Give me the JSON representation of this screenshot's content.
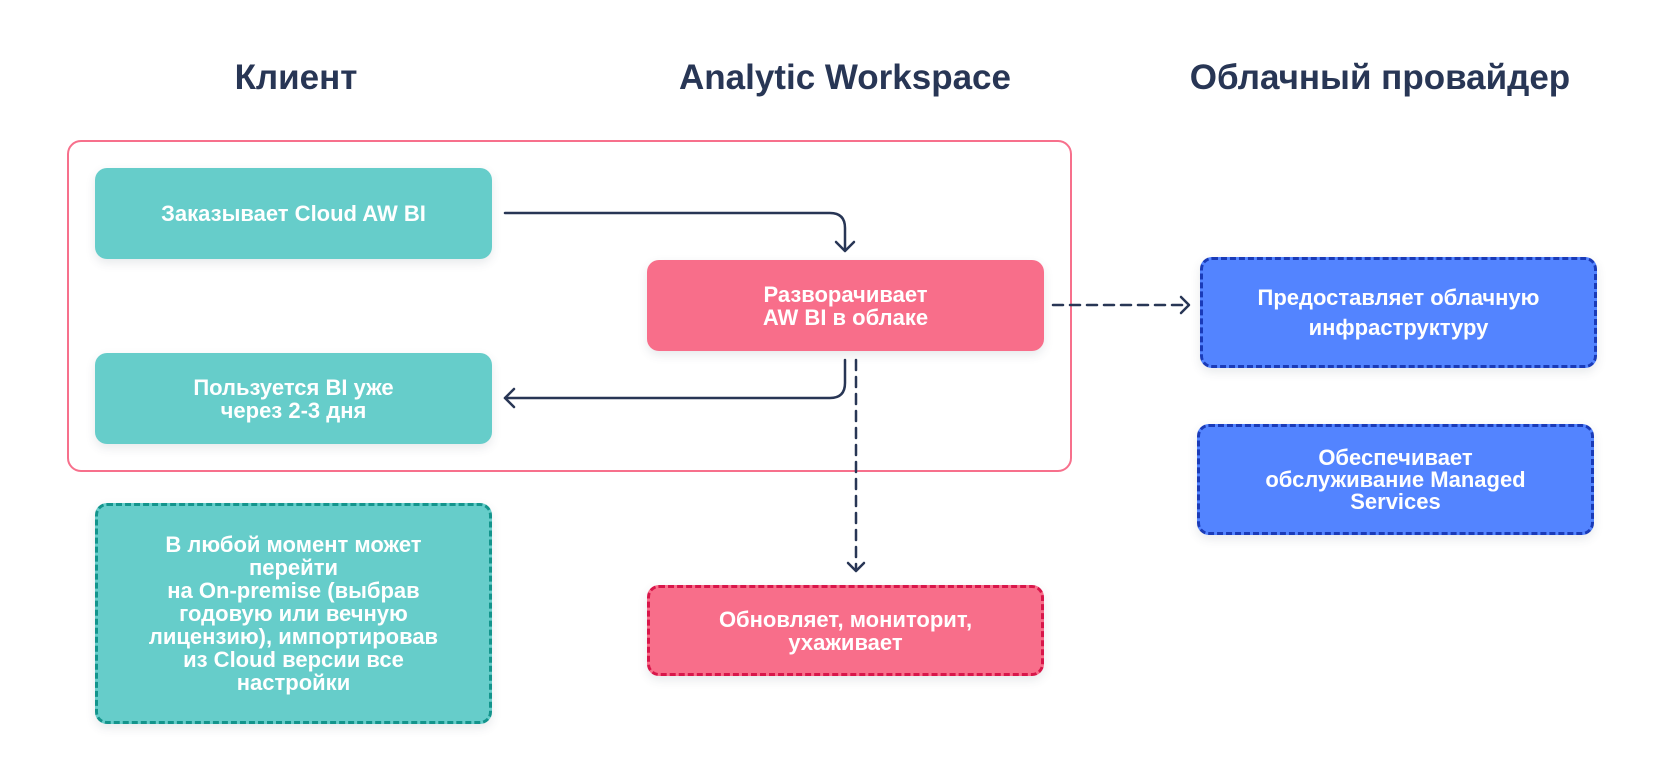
{
  "columns": {
    "client": "Клиент",
    "analytic_workspace": "Analytic Workspace",
    "cloud_provider": "Облачный провайдер"
  },
  "nodes": {
    "orders_cloud": "Заказывает Cloud AW BI",
    "uses_bi": "Пользуется BI уже\nчерез 2-3 дня",
    "switch_on_premise": "В любой момент может\nперейти\nна On-premise (выбрав\nгодовую или вечную\nлицензию), импортировав\nиз Cloud версии все\nнастройки",
    "deploys": "Разворачивает\nAW BI в облаке",
    "maintains": "Обновляет, мониторит,\nухаживает",
    "provides_infra": "Предоставляет облачную\nинфраструктуру",
    "managed_services": "Обеспечивает\nобслуживание Managed\nServices"
  },
  "colors": {
    "heading": "#283655",
    "client_fill": "#66cdca",
    "client_dashed_border": "#13948c",
    "aw_fill": "#f86e8a",
    "aw_dashed_border": "#d8164a",
    "provider_fill": "#5384ff",
    "provider_dashed_border": "#1a3bb8",
    "group_border": "#f7708c",
    "connector": "#283655"
  },
  "edges": [
    {
      "from": "orders_cloud",
      "to": "deploys",
      "style": "solid"
    },
    {
      "from": "deploys",
      "to": "uses_bi",
      "style": "solid"
    },
    {
      "from": "deploys",
      "to": "provides_infra",
      "style": "dashed"
    },
    {
      "from": "deploys",
      "to": "maintains",
      "style": "dashed"
    }
  ]
}
